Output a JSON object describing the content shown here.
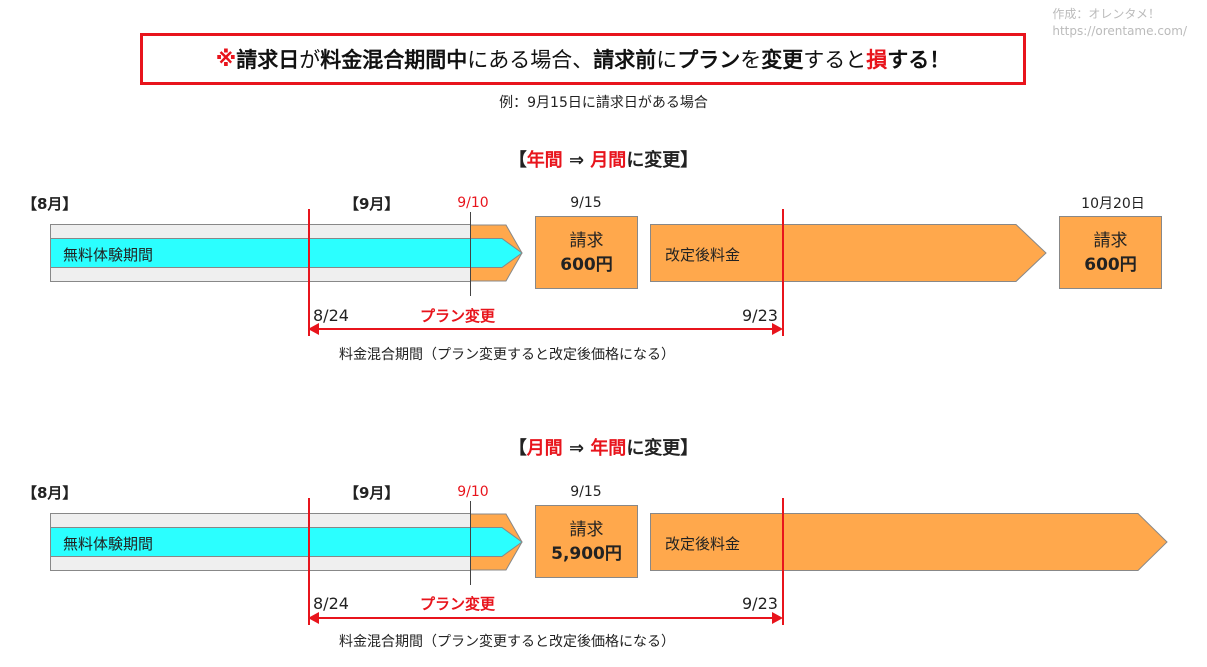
{
  "watermark": {
    "line1": "作成：オレンタメ！",
    "line2": "https://orentame.com/"
  },
  "headline": {
    "mark": "※",
    "p1": "請求日",
    "p2": "が",
    "p3": "料金混合期間中",
    "p4": "にある場合、",
    "p5": "請求前",
    "p6": "に",
    "p7": "プラン",
    "p8": "を",
    "p9": "変更",
    "p10": "すると",
    "p11": "損",
    "p12": "する！"
  },
  "example": "例：9月15日に請求日がある場合",
  "sections": [
    {
      "title_open": "【",
      "title_from": "年間",
      "title_arrow": " ⇒ ",
      "title_to": "月間",
      "title_rest": "に変更】",
      "month_aug": "【8月】",
      "month_sep": "【9月】",
      "date_change": "9/10",
      "date_bill": "9/15",
      "free_trial": "無料体験期間",
      "bill_label": "請求",
      "bill_amount": "600円",
      "after_fee": "改定後料金",
      "next_date": "10月20日",
      "next_bill_label": "請求",
      "next_bill_amount": "600円",
      "start_date": "8/24",
      "plan_change": "プラン変更",
      "end_date": "9/23",
      "period_label": "料金混合期間（プラン変更すると改定後価格になる）"
    },
    {
      "title_open": "【",
      "title_from": "月間",
      "title_arrow": " ⇒ ",
      "title_to": "年間",
      "title_rest": "に変更】",
      "month_aug": "【8月】",
      "month_sep": "【9月】",
      "date_change": "9/10",
      "date_bill": "9/15",
      "free_trial": "無料体験期間",
      "bill_label": "請求",
      "bill_amount": "5,900円",
      "after_fee": "改定後料金",
      "start_date": "8/24",
      "plan_change": "プラン変更",
      "end_date": "9/23",
      "period_label": "料金混合期間（プラン変更すると改定後価格になる）"
    }
  ],
  "colors": {
    "accent_red": "#e8141c",
    "orange": "#ffa84c",
    "cyan": "#2bffff",
    "gray": "#efefef"
  }
}
